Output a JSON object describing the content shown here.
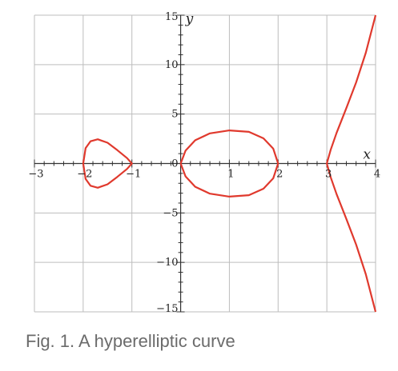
{
  "caption": "Fig. 1. A hyperelliptic curve",
  "chart_data": {
    "type": "line",
    "title": "",
    "xlabel": "x",
    "ylabel": "y",
    "xlim": [
      -3,
      4
    ],
    "ylim": [
      -15,
      15
    ],
    "grid": true,
    "x_major_ticks": [
      -3,
      -2,
      -1,
      0,
      1,
      2,
      3,
      4
    ],
    "x_tick_labels": [
      "−3",
      "−2",
      "−1",
      "",
      "1",
      "2",
      "3",
      "4"
    ],
    "y_major_ticks": [
      -15,
      -10,
      -5,
      0,
      5,
      10,
      15
    ],
    "y_tick_labels": [
      "−15",
      "−10",
      "−5",
      "0",
      "5",
      "10",
      "15"
    ],
    "curve_color": "#e0392d",
    "series": [
      {
        "component": "left-oval",
        "points": [
          [
            -2,
            0
          ],
          [
            -1.95,
            1.55
          ],
          [
            -1.85,
            2.25
          ],
          [
            -1.7,
            2.45
          ],
          [
            -1.5,
            2.1
          ],
          [
            -1.3,
            1.35
          ],
          [
            -1.1,
            0.55
          ],
          [
            -1,
            0
          ],
          [
            -1.1,
            -0.55
          ],
          [
            -1.3,
            -1.35
          ],
          [
            -1.5,
            -2.1
          ],
          [
            -1.7,
            -2.45
          ],
          [
            -1.85,
            -2.25
          ],
          [
            -1.95,
            -1.55
          ],
          [
            -2,
            0
          ]
        ]
      },
      {
        "component": "middle-oval",
        "points": [
          [
            0,
            0
          ],
          [
            0.1,
            1.3
          ],
          [
            0.3,
            2.35
          ],
          [
            0.6,
            3.05
          ],
          [
            1,
            3.35
          ],
          [
            1.4,
            3.2
          ],
          [
            1.7,
            2.55
          ],
          [
            1.9,
            1.5
          ],
          [
            2,
            0
          ],
          [
            1.9,
            -1.5
          ],
          [
            1.7,
            -2.55
          ],
          [
            1.4,
            -3.2
          ],
          [
            1,
            -3.35
          ],
          [
            0.6,
            -3.05
          ],
          [
            0.3,
            -2.35
          ],
          [
            0.1,
            -1.3
          ],
          [
            0,
            0
          ]
        ]
      },
      {
        "component": "right-branch",
        "points": [
          [
            4,
            15
          ],
          [
            3.8,
            11.2
          ],
          [
            3.6,
            8.2
          ],
          [
            3.4,
            5.6
          ],
          [
            3.2,
            3.1
          ],
          [
            3.08,
            1.4
          ],
          [
            3,
            0
          ],
          [
            3.08,
            -1.4
          ],
          [
            3.2,
            -3.1
          ],
          [
            3.4,
            -5.6
          ],
          [
            3.6,
            -8.2
          ],
          [
            3.8,
            -11.2
          ],
          [
            4,
            -15
          ]
        ]
      }
    ]
  }
}
